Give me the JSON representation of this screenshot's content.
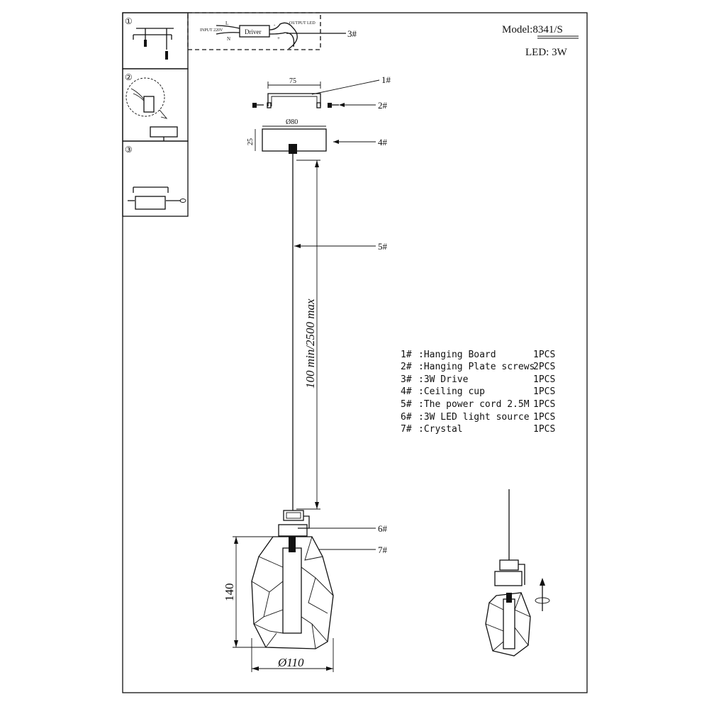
{
  "header": {
    "model": "Model:8341/S",
    "led": "LED: 3W"
  },
  "steps": [
    "①",
    "②",
    "③"
  ],
  "driver_box": {
    "input": "INPUT 220V",
    "output": "OUTPUT  LED",
    "driver": "Driver",
    "l": "L",
    "n": "N",
    "minus": "-",
    "plus": "+"
  },
  "callouts": [
    "1#",
    "2#",
    "3#",
    "4#",
    "5#",
    "6#",
    "7#"
  ],
  "dimensions": {
    "board_width": "75",
    "cup_diameter": "Ø80",
    "cup_height": "25",
    "cord_length": "100 min/2500 max",
    "crystal_height": "140",
    "crystal_diameter": "Ø110"
  },
  "parts": [
    {
      "no": "1#",
      "name": ":Hanging Board",
      "qty": "1PCS"
    },
    {
      "no": "2#",
      "name": ":Hanging Plate screws",
      "qty": "2PCS"
    },
    {
      "no": "3#",
      "name": ":3W Drive",
      "qty": "1PCS"
    },
    {
      "no": "4#",
      "name": ":Ceiling cup",
      "qty": "1PCS"
    },
    {
      "no": "5#",
      "name": ":The power cord 2.5M",
      "qty": "1PCS"
    },
    {
      "no": "6#",
      "name": ":3W LED light source",
      "qty": "1PCS"
    },
    {
      "no": "7#",
      "name": ":Crystal",
      "qty": "1PCS"
    }
  ]
}
